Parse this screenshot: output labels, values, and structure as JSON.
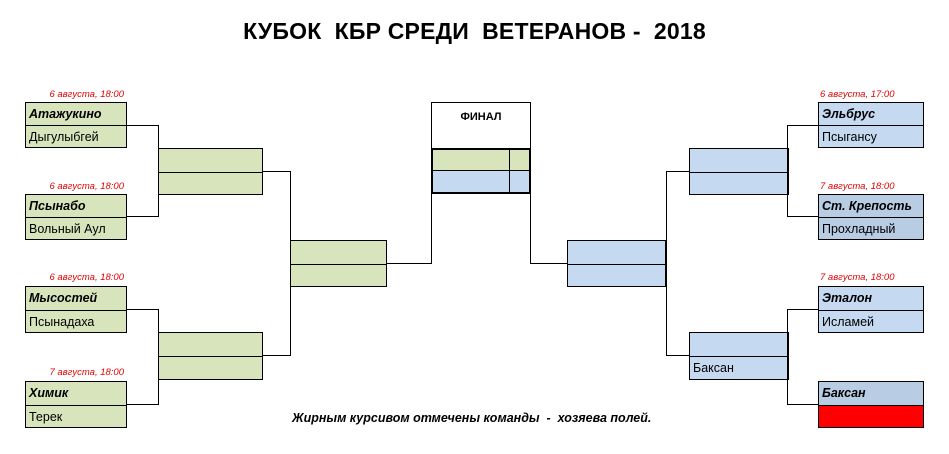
{
  "title": "КУБОК  КБР СРЕДИ  ВЕТЕРАНОВ -  2018",
  "final_label": "ФИНАЛ",
  "note": "Жирным курсивом отмечены команды  -  хозяева полей.",
  "colors": {
    "left_bracket": "#d8e4bc",
    "right_bracket": "#c5d9f1",
    "date_text": "#e00000",
    "empty_slot": "#ff0000"
  },
  "left": {
    "matches": [
      {
        "date": "6 августа, 18:00",
        "home": "Атажукино",
        "away": "Дыгулыбгей"
      },
      {
        "date": "6 августа, 18:00",
        "home": "Псынабо",
        "away": "Вольный Аул"
      },
      {
        "date": "6 августа, 18:00",
        "home": "Мысостей",
        "away": "Псынадаха"
      },
      {
        "date": "7 августа, 18:00",
        "home": "Химик",
        "away": "Терек"
      }
    ],
    "semis": [
      {
        "top": "",
        "bottom": ""
      },
      {
        "top": "",
        "bottom": ""
      }
    ],
    "final_slot": {
      "top": "",
      "bottom": ""
    }
  },
  "right": {
    "matches": [
      {
        "date": "6 августа, 17:00",
        "home": "Эльбрус",
        "away": "Псыгансу"
      },
      {
        "date": "7 августа, 18:00",
        "home": "Ст. Крепость",
        "away": "Прохладный"
      },
      {
        "date": "7 августа, 18:00",
        "home": "Эталон",
        "away": "Исламей"
      },
      {
        "date": "",
        "home": "Баксан",
        "away": ""
      }
    ],
    "semis": [
      {
        "top": "",
        "bottom": ""
      },
      {
        "top": "",
        "bottom": "Баксан"
      }
    ],
    "final_slot": {
      "top": "",
      "bottom": ""
    }
  },
  "final": {
    "team1": "",
    "score1": "",
    "team2": "",
    "score2": ""
  }
}
